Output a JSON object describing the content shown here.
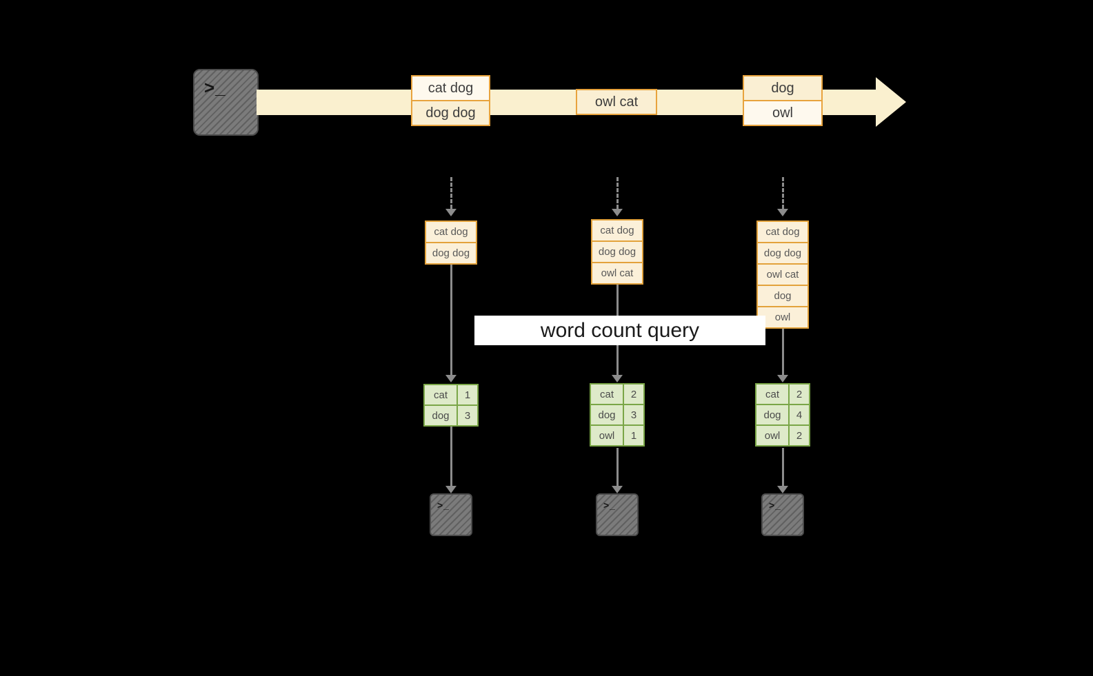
{
  "banner": {
    "label": "word count query"
  },
  "icons": {
    "terminal_prompt": ">_"
  },
  "stream": {
    "batches": [
      {
        "lines": [
          "cat dog",
          "dog dog"
        ]
      },
      {
        "lines": [
          "owl cat"
        ]
      },
      {
        "lines": [
          "dog",
          "owl"
        ]
      }
    ]
  },
  "columns": [
    {
      "input_lines": [
        "cat dog",
        "dog dog"
      ],
      "counts": [
        {
          "word": "cat",
          "count": "1"
        },
        {
          "word": "dog",
          "count": "3"
        }
      ]
    },
    {
      "input_lines": [
        "cat dog",
        "dog dog",
        "owl cat"
      ],
      "counts": [
        {
          "word": "cat",
          "count": "2"
        },
        {
          "word": "dog",
          "count": "3"
        },
        {
          "word": "owl",
          "count": "1"
        }
      ]
    },
    {
      "input_lines": [
        "cat dog",
        "dog dog",
        "owl cat",
        "dog",
        "owl"
      ],
      "counts": [
        {
          "word": "cat",
          "count": "2"
        },
        {
          "word": "dog",
          "count": "4"
        },
        {
          "word": "owl",
          "count": "2"
        }
      ]
    }
  ],
  "colors": {
    "background": "#000000",
    "stream_arrow": "#FAF0CF",
    "batch_border": "#E8A33D",
    "batch_fill": "#FCF3DF",
    "table_border": "#7AA647",
    "table_fill": "#DEEAC9",
    "arrow": "#8C8C8C",
    "terminal": "#7B7B7B",
    "banner_bg": "#FFFFFF",
    "banner_text": "#1A1A1A"
  }
}
